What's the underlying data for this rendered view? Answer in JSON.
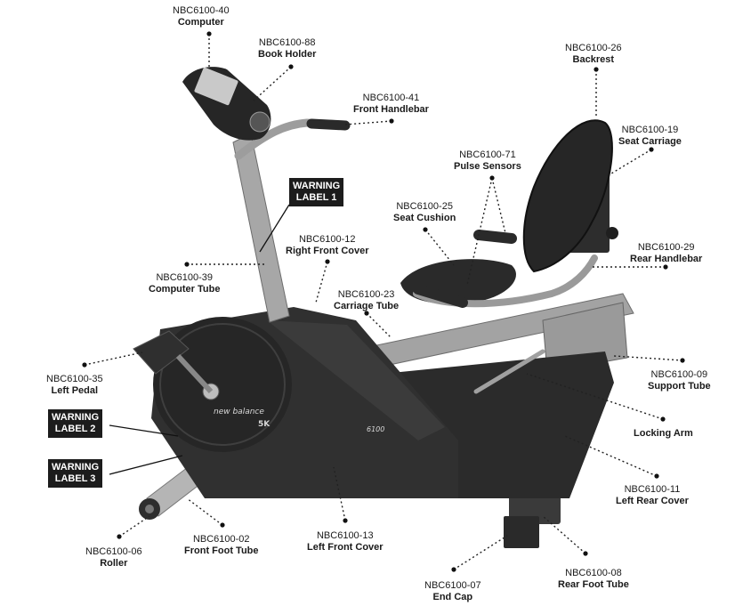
{
  "parts": {
    "computer": {
      "code": "NBC6100-40",
      "name": "Computer"
    },
    "book_holder": {
      "code": "NBC6100-88",
      "name": "Book Holder"
    },
    "backrest": {
      "code": "NBC6100-26",
      "name": "Backrest"
    },
    "front_handlebar": {
      "code": "NBC6100-41",
      "name": "Front Handlebar"
    },
    "seat_carriage": {
      "code": "NBC6100-19",
      "name": "Seat Carriage"
    },
    "pulse_sensors": {
      "code": "NBC6100-71",
      "name": "Pulse Sensors"
    },
    "seat_cushion": {
      "code": "NBC6100-25",
      "name": "Seat Cushion"
    },
    "right_front_cover": {
      "code": "NBC6100-12",
      "name": "Right Front Cover"
    },
    "rear_handlebar": {
      "code": "NBC6100-29",
      "name": "Rear Handlebar"
    },
    "computer_tube": {
      "code": "NBC6100-39",
      "name": "Computer Tube"
    },
    "carriage_tube": {
      "code": "NBC6100-23",
      "name": "Carriage Tube"
    },
    "left_pedal": {
      "code": "NBC6100-35",
      "name": "Left Pedal"
    },
    "support_tube": {
      "code": "NBC6100-09",
      "name": "Support Tube"
    },
    "locking_arm": {
      "code": "",
      "name": "Locking Arm"
    },
    "left_rear_cover": {
      "code": "NBC6100-11",
      "name": "Left Rear Cover"
    },
    "roller": {
      "code": "NBC6100-06",
      "name": "Roller"
    },
    "front_foot_tube": {
      "code": "NBC6100-02",
      "name": "Front Foot Tube"
    },
    "left_front_cover": {
      "code": "NBC6100-13",
      "name": "Left Front Cover"
    },
    "end_cap": {
      "code": "NBC6100-07",
      "name": "End Cap"
    },
    "rear_foot_tube": {
      "code": "NBC6100-08",
      "name": "Rear Foot Tube"
    }
  },
  "warnings": {
    "label1": {
      "line1": "WARNING",
      "line2": "LABEL 1"
    },
    "label2": {
      "line1": "WARNING",
      "line2": "LABEL 2"
    },
    "label3": {
      "line1": "WARNING",
      "line2": "LABEL 3"
    }
  },
  "branding": {
    "logo": "new balance",
    "model": "5K",
    "decal": "6100"
  },
  "colors": {
    "frame": "#9a9a9a",
    "cover": "#2b2b2b",
    "leader": "#222222"
  }
}
